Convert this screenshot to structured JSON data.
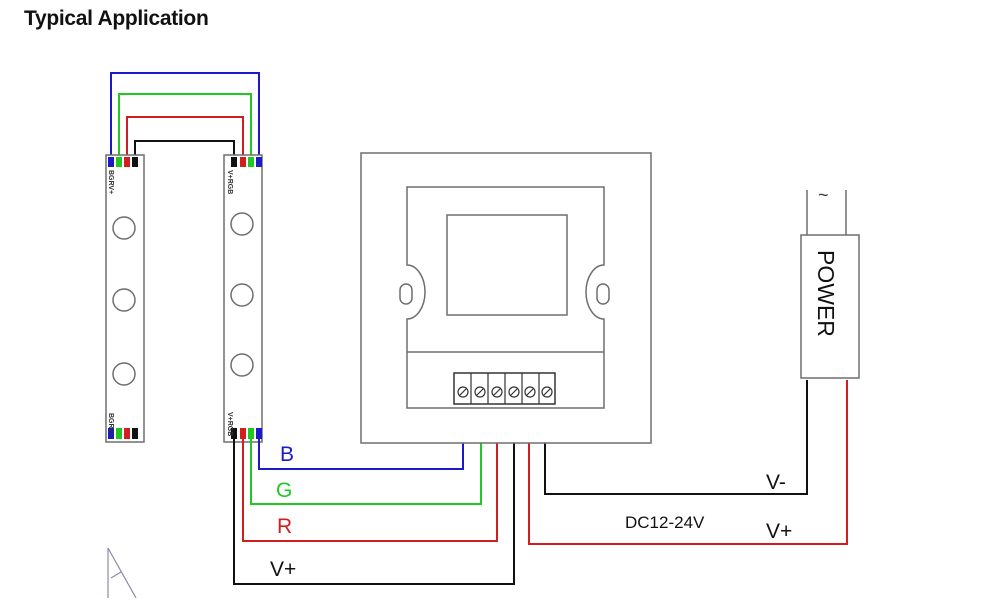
{
  "title": "Typical Application",
  "power_supply": {
    "label": "POWER",
    "ac_symbol": "~"
  },
  "strip_pin_labels": {
    "left_top": "BGRV+",
    "right_top": "V+RGB",
    "left_bottom": "BGRV+",
    "right_bottom": "V+RGB"
  },
  "wire_labels": {
    "blue": "B",
    "green": "G",
    "red": "R",
    "vplus_strip": "V+",
    "vminus_power": "V-",
    "vplus_power": "V+",
    "supply_voltage": "DC12-24V"
  },
  "colors": {
    "blue": "#1a1ac8",
    "green": "#22c822",
    "red": "#d21e1e",
    "black": "#111111",
    "outline": "#6e6e6e"
  }
}
